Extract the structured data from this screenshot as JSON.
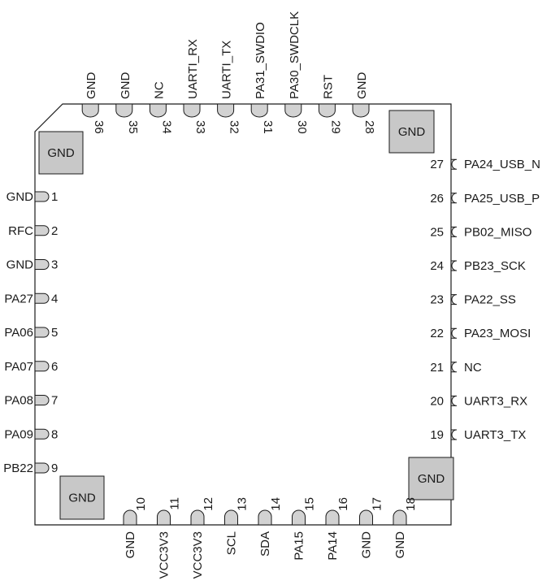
{
  "chip": {
    "pins": {
      "left": [
        {
          "num": "1",
          "name": "GND"
        },
        {
          "num": "2",
          "name": "RFC"
        },
        {
          "num": "3",
          "name": "GND"
        },
        {
          "num": "4",
          "name": "PA27"
        },
        {
          "num": "5",
          "name": "PA06"
        },
        {
          "num": "6",
          "name": "PA07"
        },
        {
          "num": "7",
          "name": "PA08"
        },
        {
          "num": "8",
          "name": "PA09"
        },
        {
          "num": "9",
          "name": "PB22"
        }
      ],
      "bottom": [
        {
          "num": "10",
          "name": "GND"
        },
        {
          "num": "11",
          "name": "VCC3V3"
        },
        {
          "num": "12",
          "name": "VCC3V3"
        },
        {
          "num": "13",
          "name": "SCL"
        },
        {
          "num": "14",
          "name": "SDA"
        },
        {
          "num": "15",
          "name": "PA15"
        },
        {
          "num": "16",
          "name": "PA14"
        },
        {
          "num": "17",
          "name": "GND"
        },
        {
          "num": "18",
          "name": "GND"
        }
      ],
      "right": [
        {
          "num": "19",
          "name": "UART3_TX"
        },
        {
          "num": "20",
          "name": "UART3_RX"
        },
        {
          "num": "21",
          "name": "NC"
        },
        {
          "num": "22",
          "name": "PA23_MOSI"
        },
        {
          "num": "23",
          "name": "PA22_SS"
        },
        {
          "num": "24",
          "name": "PB23_SCK"
        },
        {
          "num": "25",
          "name": "PB02_MISO"
        },
        {
          "num": "26",
          "name": "PA25_USB_P"
        },
        {
          "num": "27",
          "name": "PA24_USB_N"
        }
      ],
      "top": [
        {
          "num": "28",
          "name": "GND"
        },
        {
          "num": "29",
          "name": "RST"
        },
        {
          "num": "30",
          "name": "PA30_SWDCLK"
        },
        {
          "num": "31",
          "name": "PA31_SWDIO"
        },
        {
          "num": "32",
          "name": "UARTI_TX"
        },
        {
          "num": "33",
          "name": "UARTI_RX"
        },
        {
          "num": "34",
          "name": "NC"
        },
        {
          "num": "35",
          "name": "GND"
        },
        {
          "num": "36",
          "name": "GND"
        }
      ]
    },
    "gnd_pads": [
      {
        "label": "GND"
      },
      {
        "label": "GND"
      },
      {
        "label": "GND"
      },
      {
        "label": "GND"
      }
    ],
    "colors": {
      "outline": "#1a1a1a",
      "pad_fill": "#c8c8c8",
      "pin_fill": "#d2d2d2",
      "text": "#1a1a1a"
    }
  }
}
